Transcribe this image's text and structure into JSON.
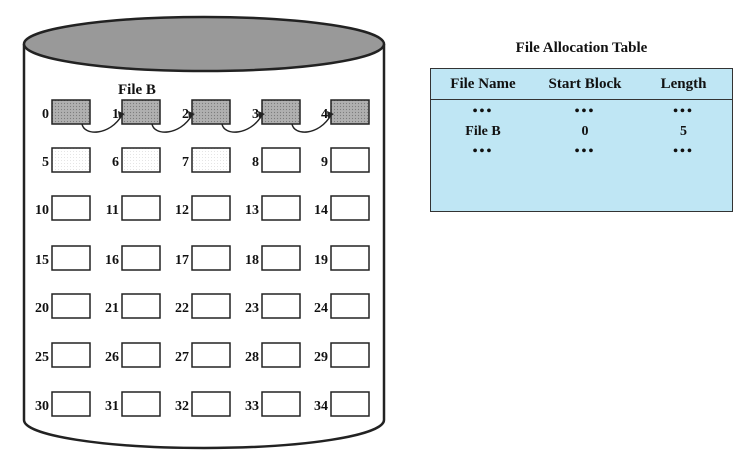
{
  "disk": {
    "file_label": "File B",
    "blocks": [
      "0",
      "1",
      "2",
      "3",
      "4",
      "5",
      "6",
      "7",
      "8",
      "9",
      "10",
      "11",
      "12",
      "13",
      "14",
      "15",
      "16",
      "17",
      "18",
      "19",
      "20",
      "21",
      "22",
      "23",
      "24",
      "25",
      "26",
      "27",
      "28",
      "29",
      "30",
      "31",
      "32",
      "33",
      "34"
    ],
    "allocated_blocks": [
      0,
      1,
      2,
      3,
      4
    ],
    "colors": {
      "allocated_fill": "#a9a9a9",
      "free_fill": "#ffffff",
      "lid_fill": "#999999",
      "table_fill": "#bfe6f4"
    }
  },
  "fat": {
    "title": "File Allocation Table",
    "headers": {
      "name": "File Name",
      "start": "Start Block",
      "length": "Length"
    },
    "rows": [
      {
        "name": "•••",
        "start": "•••",
        "length": "•••"
      },
      {
        "name": "File B",
        "start": "0",
        "length": "5"
      },
      {
        "name": "•••",
        "start": "•••",
        "length": "•••"
      }
    ]
  }
}
